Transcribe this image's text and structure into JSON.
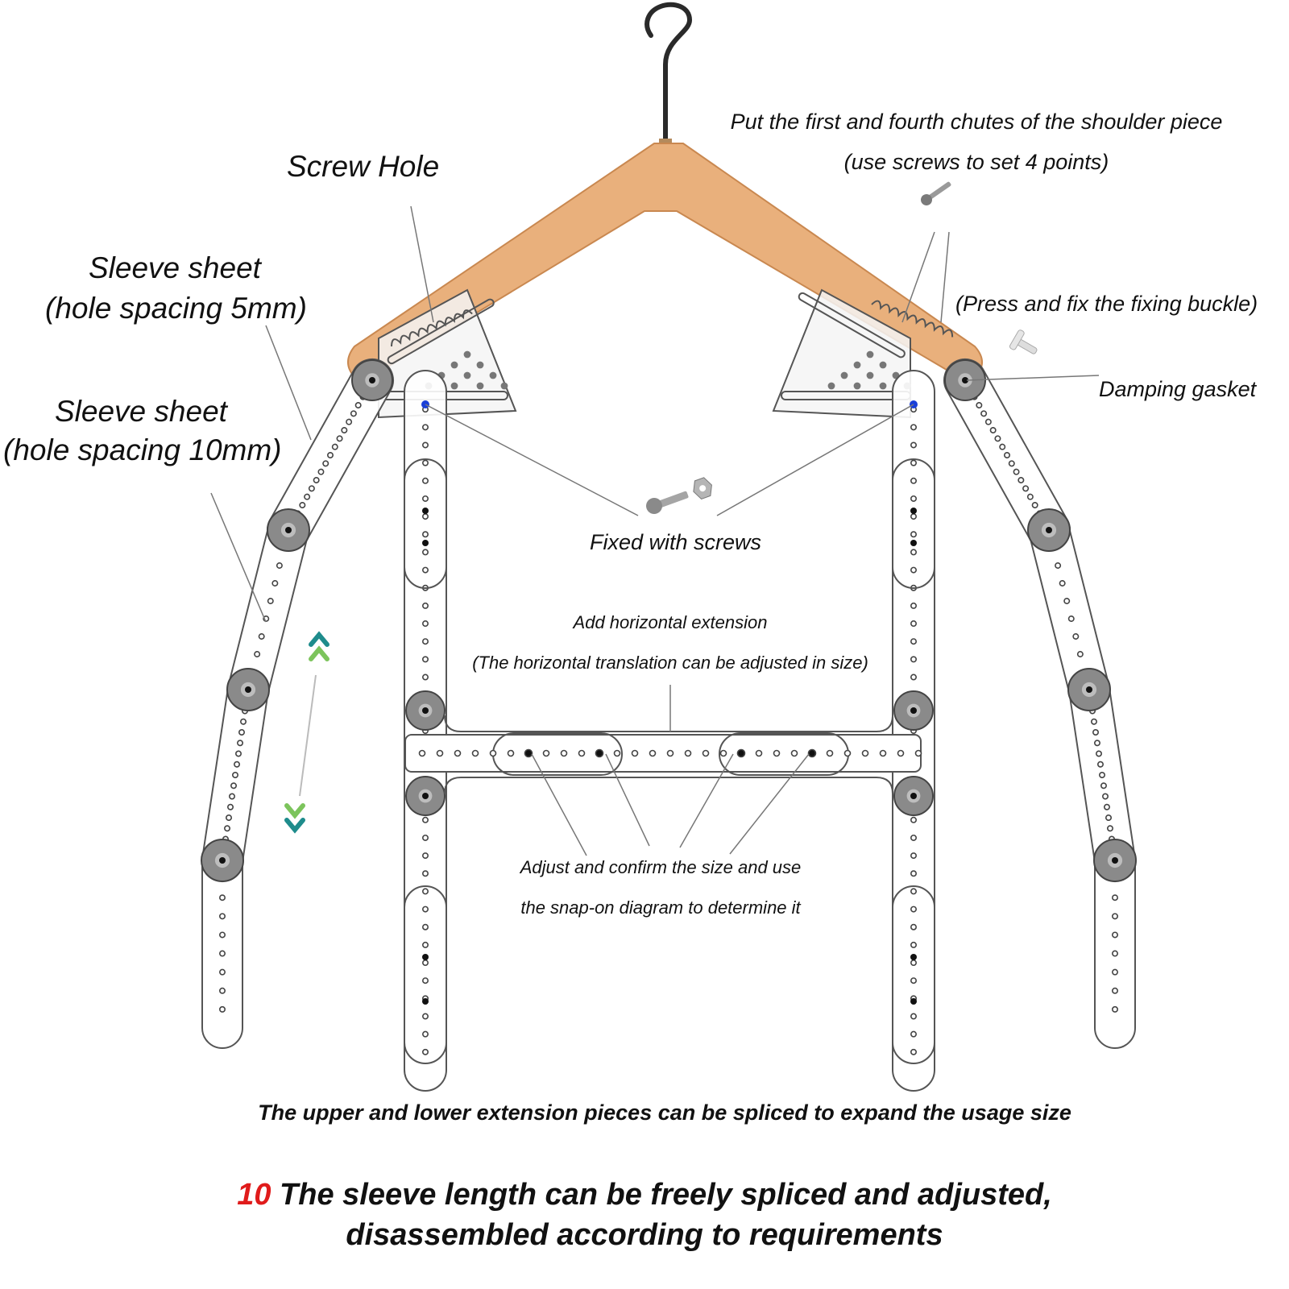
{
  "labels": {
    "screw_hole": "Screw Hole",
    "shoulder_line1": "Put the first and fourth chutes of the shoulder piece",
    "shoulder_line2": "(use screws to set 4 points)",
    "sleeve5_line1": "Sleeve sheet",
    "sleeve5_line2": "(hole spacing 5mm)",
    "sleeve10_line1": "Sleeve sheet",
    "sleeve10_line2": "(hole spacing 10mm)",
    "press_fix": "(Press and fix the fixing buckle)",
    "damping_gasket": "Damping gasket",
    "fixed_screws": "Fixed with screws",
    "horiz_line1": "Add horizontal extension",
    "horiz_line2": "(The horizontal translation can be adjusted in size)",
    "adjust_line1": "Adjust and confirm the size and use",
    "adjust_line2": "the snap-on diagram to determine it",
    "splice_note": "The upper and lower extension pieces can be spliced to expand the usage size"
  },
  "heading": {
    "number": "10",
    "line1": "The sleeve length can be freely spliced and adjusted,",
    "line2": "disassembled according to requirements"
  },
  "colors": {
    "wood": "#e9b07c",
    "wood_edge": "#c98850",
    "outline": "#666666",
    "joint": "#8a8a8a",
    "accent_red": "#e01b1b",
    "arrow_green": "#7cc45c",
    "arrow_teal": "#1e8c8c",
    "screw_blue": "#1a3fd8"
  },
  "icons": [
    "hanger-hook-icon",
    "screw-icon",
    "bolt-nut-icon",
    "fixing-buckle-icon",
    "double-chevron-up-icon",
    "double-chevron-down-icon"
  ]
}
